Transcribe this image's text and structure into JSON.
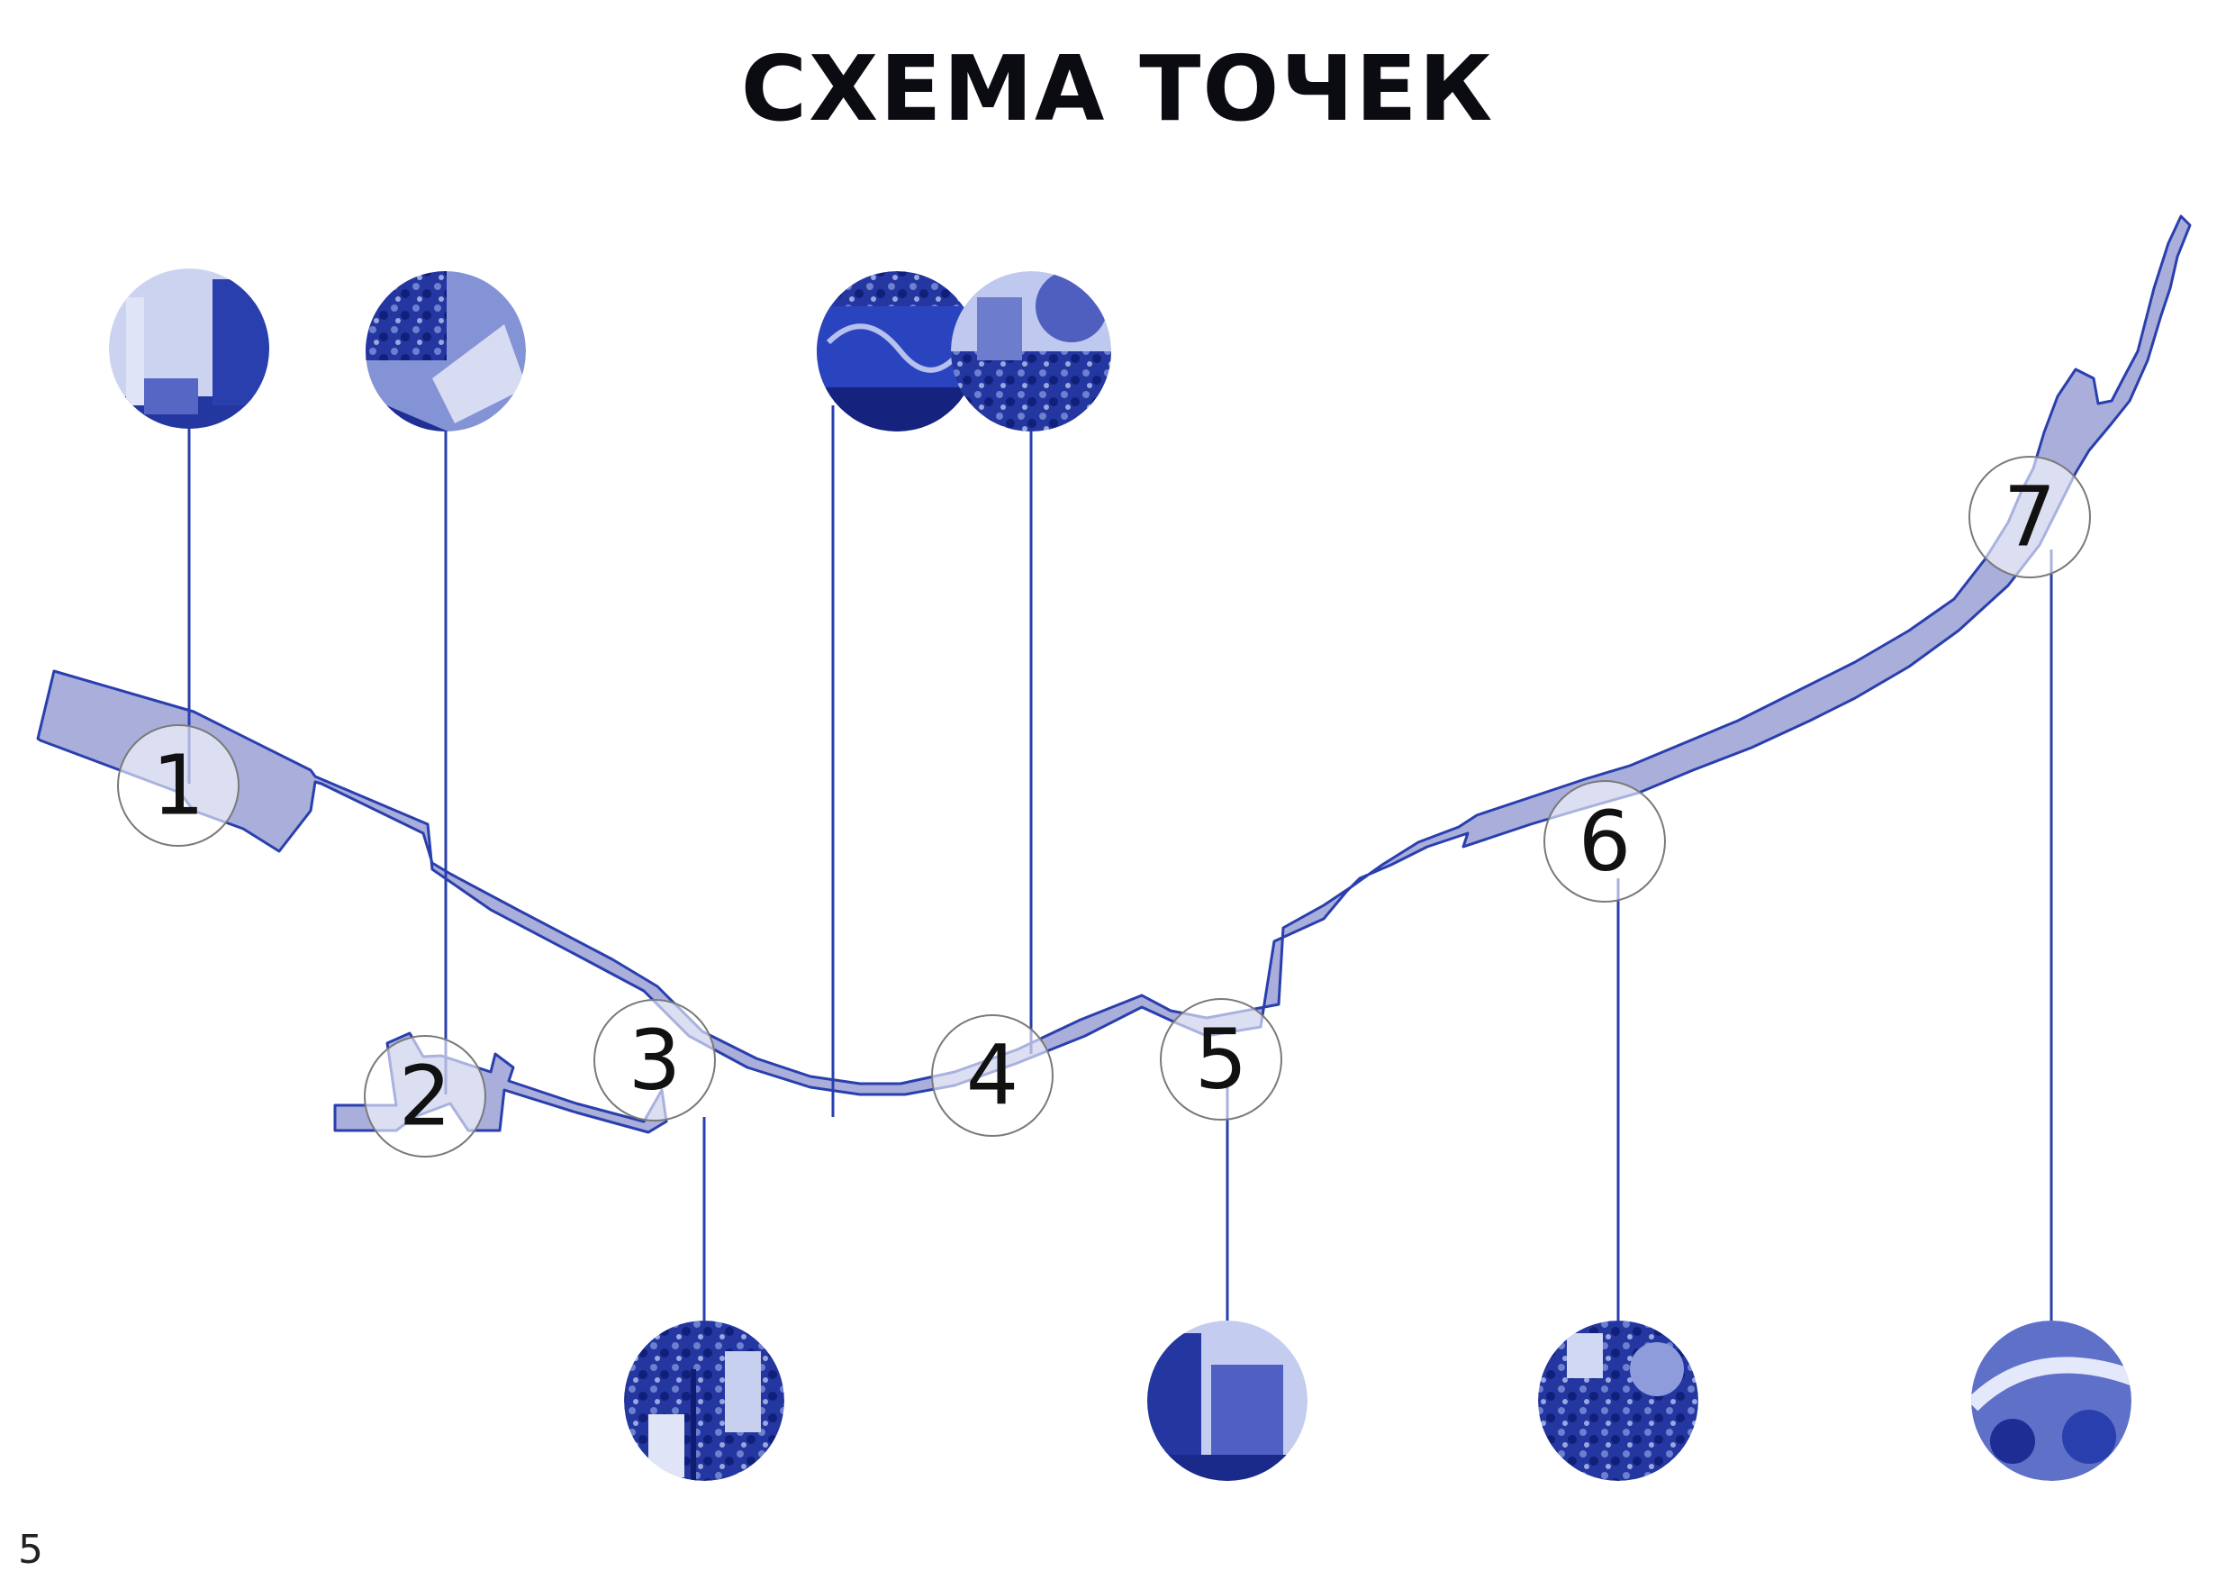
{
  "title": "СХЕМА ТОЧЕК",
  "page_number": "5",
  "colors": {
    "route_fill": "#a9aedb",
    "route_stroke": "#2a3fae",
    "leader_line": "#2a3fae",
    "marker_stroke": "#7a7a7a",
    "photo_dark": "#1f2f96",
    "photo_light": "#ccd3f0"
  },
  "points": [
    {
      "id": "1",
      "label": "1"
    },
    {
      "id": "2",
      "label": "2"
    },
    {
      "id": "3",
      "label": "3"
    },
    {
      "id": "4",
      "label": "4"
    },
    {
      "id": "5",
      "label": "5"
    },
    {
      "id": "6",
      "label": "6"
    },
    {
      "id": "7",
      "label": "7"
    }
  ]
}
